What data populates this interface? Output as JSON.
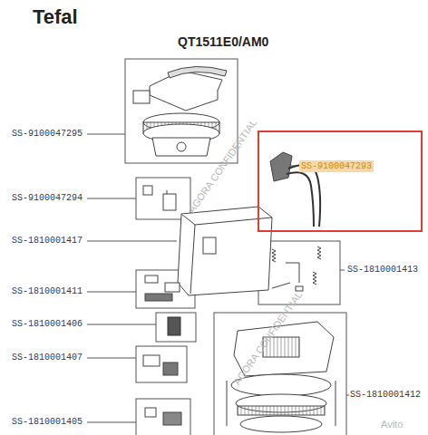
{
  "diagram": {
    "title": "Tefal",
    "nodes": [
      {
        "text": [
          "SS-9100047293"
        ]
      }
    ],
    "labels": [
      "QT1511E0/AM0",
      "SS-9100047295",
      "SS-9100047294",
      "SS-1810001417",
      "SS-1810001411",
      "SS-1810001406",
      "SS-1810001407",
      "SS-1810001405",
      "SS-1810001413",
      "SS-1810001412",
      "AGORA CONFIDENTIAL",
      "AGORA CONFIDENTIAL",
      "Avito"
    ]
  }
}
